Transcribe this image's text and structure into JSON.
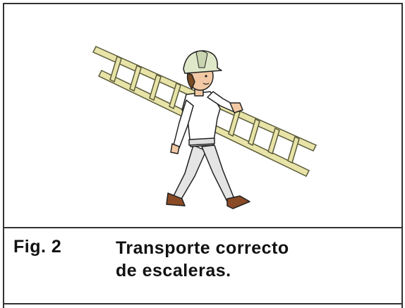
{
  "figure": {
    "label": "Fig. 2",
    "caption_lines": [
      "Transporte correcto",
      "de escaleras."
    ]
  },
  "illustration": {
    "subject": "worker-carrying-ladder",
    "colors": {
      "ladder": "#e8e4a8",
      "ladder_outline": "#5a5a3a",
      "helmet": "#dfe8c8",
      "shirt": "#ffffff",
      "pants": "#e4e4e4",
      "skin": "#f2c9a4",
      "hair": "#7a4a22",
      "shoes": "#8a4a26",
      "outline": "#222222"
    }
  }
}
